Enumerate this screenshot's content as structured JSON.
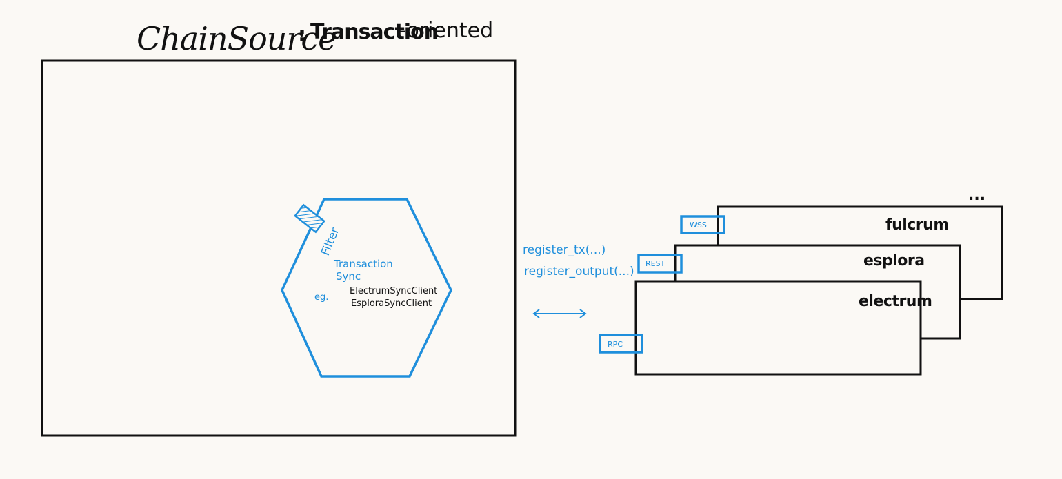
{
  "title": {
    "part1": "ChainSource",
    "separator": ":",
    "part2": "Transaction",
    "part3": "-oriented"
  },
  "hexagon": {
    "filter_label": "Filter",
    "name_line1": "Transaction",
    "name_line2": "Sync",
    "eg_label": "eg.",
    "examples": [
      "ElectrumSyncClient",
      "EsploraSyncClient"
    ]
  },
  "interface": {
    "methods": [
      "register_tx(...)",
      "register_output(...)"
    ]
  },
  "servers": {
    "more": "...",
    "items": [
      {
        "name": "fulcrum",
        "port": "WSS"
      },
      {
        "name": "esplora",
        "port": "REST"
      },
      {
        "name": "electrum",
        "port": "RPC"
      }
    ]
  },
  "colors": {
    "ink": "#111111",
    "blue": "#1f8fdc",
    "paper": "#fbf9f5"
  }
}
